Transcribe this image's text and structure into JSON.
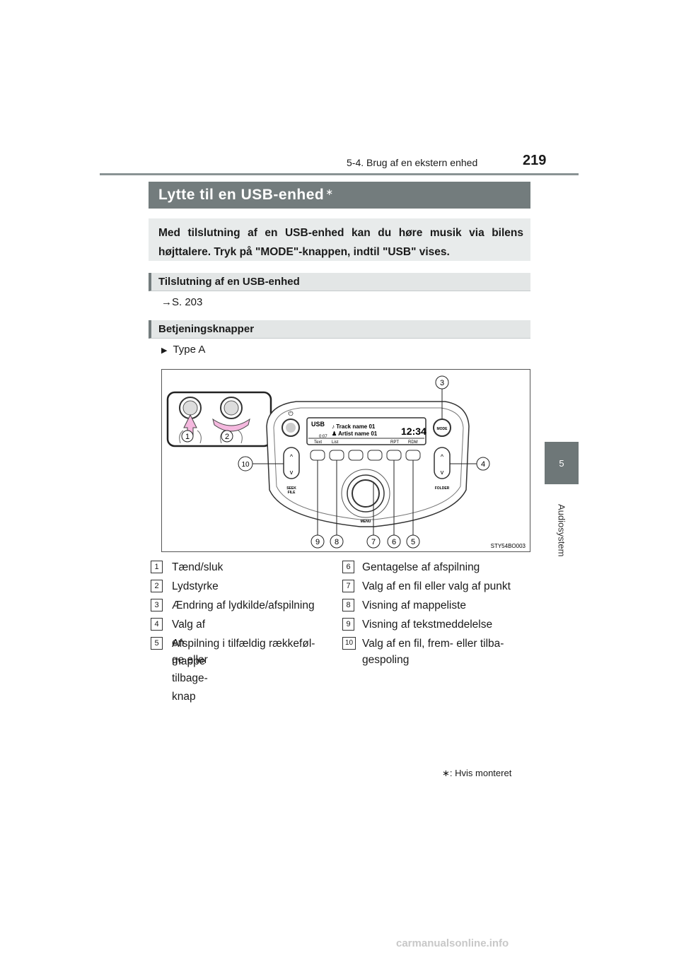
{
  "header": {
    "chapter": "5-4. Brug af en ekstern enhed",
    "page_number": "219"
  },
  "side_tab": {
    "number": "5",
    "label": "Audiosystem"
  },
  "section": {
    "title": "Lytte til en USB-enhed",
    "title_mark": "∗"
  },
  "intro": "Med tilslutning af en USB-enhed kan du høre musik via bilens højttalere. Tryk på \"MODE\"-knappen, indtil \"USB\" vises.",
  "connection": {
    "heading": "Tilslutning af en USB-enhed",
    "reference": "→S. 203"
  },
  "controls": {
    "heading": "Betjeningsknapper",
    "type_label": "Type A"
  },
  "figure": {
    "code": "STY54BO003",
    "display": {
      "source": "USB",
      "track": "♪ Track name 01",
      "artist": "♟ Artist name 01",
      "time": "12:34",
      "counter": "0:07",
      "softkeys": [
        "Text",
        "List",
        "RPT",
        "RDM"
      ]
    },
    "labels": {
      "mode": "MODE",
      "seek": "SEEK",
      "file": "FILE",
      "folder": "FOLDER",
      "menu": "MENU"
    },
    "callouts": [
      "1",
      "2",
      "3",
      "4",
      "5",
      "6",
      "7",
      "8",
      "9",
      "10"
    ]
  },
  "legend_left": [
    {
      "num": "1",
      "text": "Tænd/sluk"
    },
    {
      "num": "2",
      "text": "Lydstyrke"
    },
    {
      "num": "3",
      "text": "Ændring af lydkilde/afspilning"
    },
    {
      "num": "4",
      "text": "Valg af en mappe"
    },
    {
      "num": "5",
      "text": "Afspilning i tilfældig rækkeføl-",
      "cont": "ge eller tilbage-knap"
    }
  ],
  "legend_right": [
    {
      "num": "6",
      "text": "Gentagelse af afspilning"
    },
    {
      "num": "7",
      "text": "Valg af en fil eller valg af punkt"
    },
    {
      "num": "8",
      "text": "Visning af mappeliste"
    },
    {
      "num": "9",
      "text": "Visning af tekstmeddelelse"
    },
    {
      "num": "10",
      "text": "Valg af en fil, frem- eller tilba-",
      "cont": "gespoling"
    }
  ],
  "footnote": "∗: Hvis monteret",
  "watermark": "carmanualsonline.info"
}
